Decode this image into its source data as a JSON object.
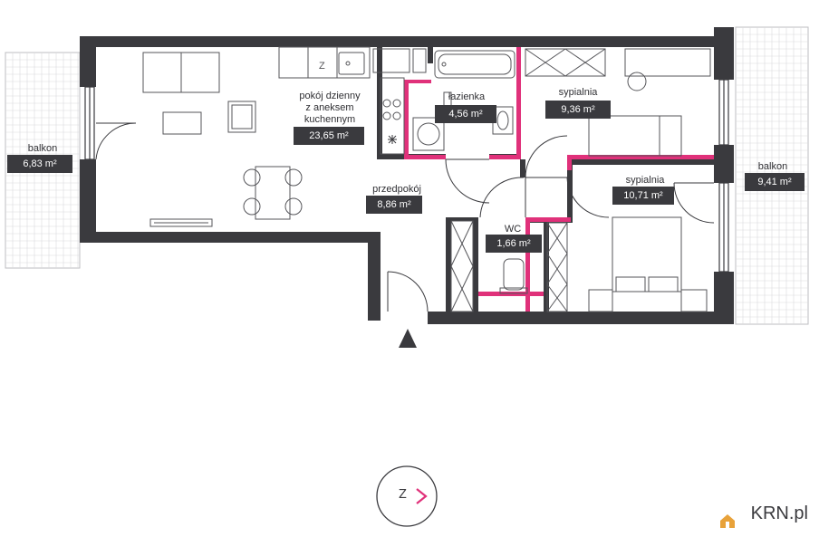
{
  "rooms": {
    "balcony_left": {
      "name": "balkon",
      "area": "6,83 m²"
    },
    "living": {
      "name_line1": "pokój dzienny",
      "name_line2": "z aneksem",
      "name_line3": "kuchennym",
      "area": "23,65 m²"
    },
    "bathroom": {
      "name": "łazienka",
      "area": "4,56 m²"
    },
    "bedroom_1": {
      "name": "sypialnia",
      "area": "9,36 m²"
    },
    "bedroom_2": {
      "name": "sypialnia",
      "area": "10,71 m²"
    },
    "balcony_right": {
      "name": "balkon",
      "area": "9,41 m²"
    },
    "hallway": {
      "name": "przedpokój",
      "area": "8,86 m²"
    },
    "wc": {
      "name": "WC",
      "area": "1,66 m²"
    }
  },
  "compass": {
    "letter": "Z"
  },
  "logo": {
    "text": "KRN.pl"
  },
  "colors": {
    "wall": "#3a3a3e",
    "accent": "#e0317a",
    "balcony_grid": "#cfcfd2",
    "furniture": "#555559"
  }
}
